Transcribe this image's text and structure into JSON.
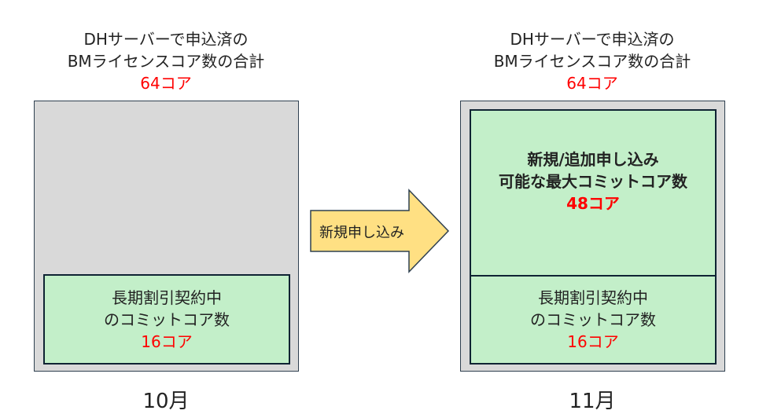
{
  "left": {
    "title_line1": "DHサーバーで申込済の",
    "title_line2": "BMライセンスコア数の合計",
    "total": "64コア",
    "commit_line1": "長期割引契約中",
    "commit_line2": "のコミットコア数",
    "commit_value": "16コア",
    "month": "10月"
  },
  "arrow": {
    "label": "新規申し込み",
    "color": "#ffe083"
  },
  "right": {
    "title_line1": "DHサーバーで申込済の",
    "title_line2": "BMライセンスコア数の合計",
    "total": "64コア",
    "new_line1": "新規/追加申し込み",
    "new_line2": "可能な最大コミットコア数",
    "new_value": "48コア",
    "commit_line1": "長期割引契約中",
    "commit_line2": "のコミットコア数",
    "commit_value": "16コア",
    "month": "11月"
  }
}
